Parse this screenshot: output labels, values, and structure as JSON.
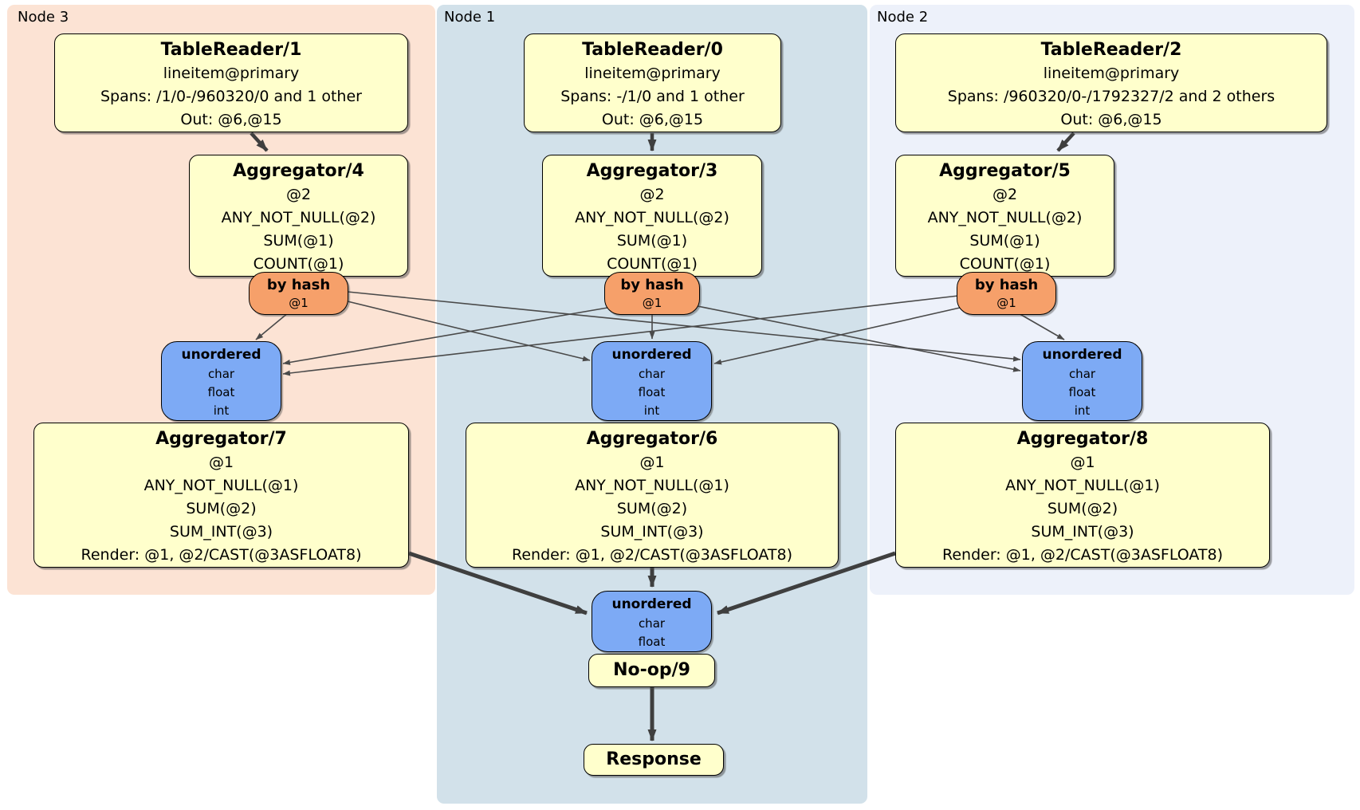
{
  "regions": [
    {
      "label": "Node 3",
      "bg": "#fce3d4"
    },
    {
      "label": "Node 1",
      "bg": "#d2e1ea"
    },
    {
      "label": "Node 2",
      "bg": "#edf1fa"
    }
  ],
  "boxes": {
    "tr1": {
      "title": "TableReader/1",
      "lines": [
        "lineitem@primary",
        "Spans: /1/0-/960320/0 and 1 other",
        "Out: @6,@15"
      ]
    },
    "tr0": {
      "title": "TableReader/0",
      "lines": [
        "lineitem@primary",
        "Spans: -/1/0 and 1 other",
        "Out: @6,@15"
      ]
    },
    "tr2": {
      "title": "TableReader/2",
      "lines": [
        "lineitem@primary",
        "Spans: /960320/0-/1792327/2 and 2 others",
        "Out: @6,@15"
      ]
    },
    "agg4": {
      "title": "Aggregator/4",
      "lines": [
        "@2",
        "ANY_NOT_NULL(@2)",
        "SUM(@1)",
        "COUNT(@1)"
      ]
    },
    "agg3": {
      "title": "Aggregator/3",
      "lines": [
        "@2",
        "ANY_NOT_NULL(@2)",
        "SUM(@1)",
        "COUNT(@1)"
      ]
    },
    "agg5": {
      "title": "Aggregator/5",
      "lines": [
        "@2",
        "ANY_NOT_NULL(@2)",
        "SUM(@1)",
        "COUNT(@1)"
      ]
    },
    "agg7": {
      "title": "Aggregator/7",
      "lines": [
        "@1",
        "ANY_NOT_NULL(@1)",
        "SUM(@2)",
        "SUM_INT(@3)",
        "Render: @1, @2/CAST(@3ASFLOAT8)"
      ]
    },
    "agg6": {
      "title": "Aggregator/6",
      "lines": [
        "@1",
        "ANY_NOT_NULL(@1)",
        "SUM(@2)",
        "SUM_INT(@3)",
        "Render: @1, @2/CAST(@3ASFLOAT8)"
      ]
    },
    "agg8": {
      "title": "Aggregator/8",
      "lines": [
        "@1",
        "ANY_NOT_NULL(@1)",
        "SUM(@2)",
        "SUM_INT(@3)",
        "Render: @1, @2/CAST(@3ASFLOAT8)"
      ]
    },
    "noop": {
      "title": "No-op/9"
    },
    "response": {
      "title": "Response"
    }
  },
  "routers": {
    "hash_l": {
      "label": "by hash",
      "detail": "@1"
    },
    "hash_m": {
      "label": "by hash",
      "detail": "@1"
    },
    "hash_r": {
      "label": "by hash",
      "detail": "@1"
    }
  },
  "syncs": {
    "sync_l": {
      "label": "unordered",
      "items": [
        "char",
        "float",
        "int"
      ]
    },
    "sync_m": {
      "label": "unordered",
      "items": [
        "char",
        "float",
        "int"
      ]
    },
    "sync_r": {
      "label": "unordered",
      "items": [
        "char",
        "float",
        "int"
      ]
    },
    "sync_f": {
      "label": "unordered",
      "items": [
        "char",
        "float"
      ]
    }
  },
  "colors": {
    "processor_fill": "#ffffcc",
    "router_fill": "#f6a06a",
    "sync_fill": "#7daaf5",
    "node3_bg": "#fce3d4",
    "node1_bg": "#d2e1ea",
    "node2_bg": "#edf1fa",
    "edge": "#3f3f3f"
  }
}
